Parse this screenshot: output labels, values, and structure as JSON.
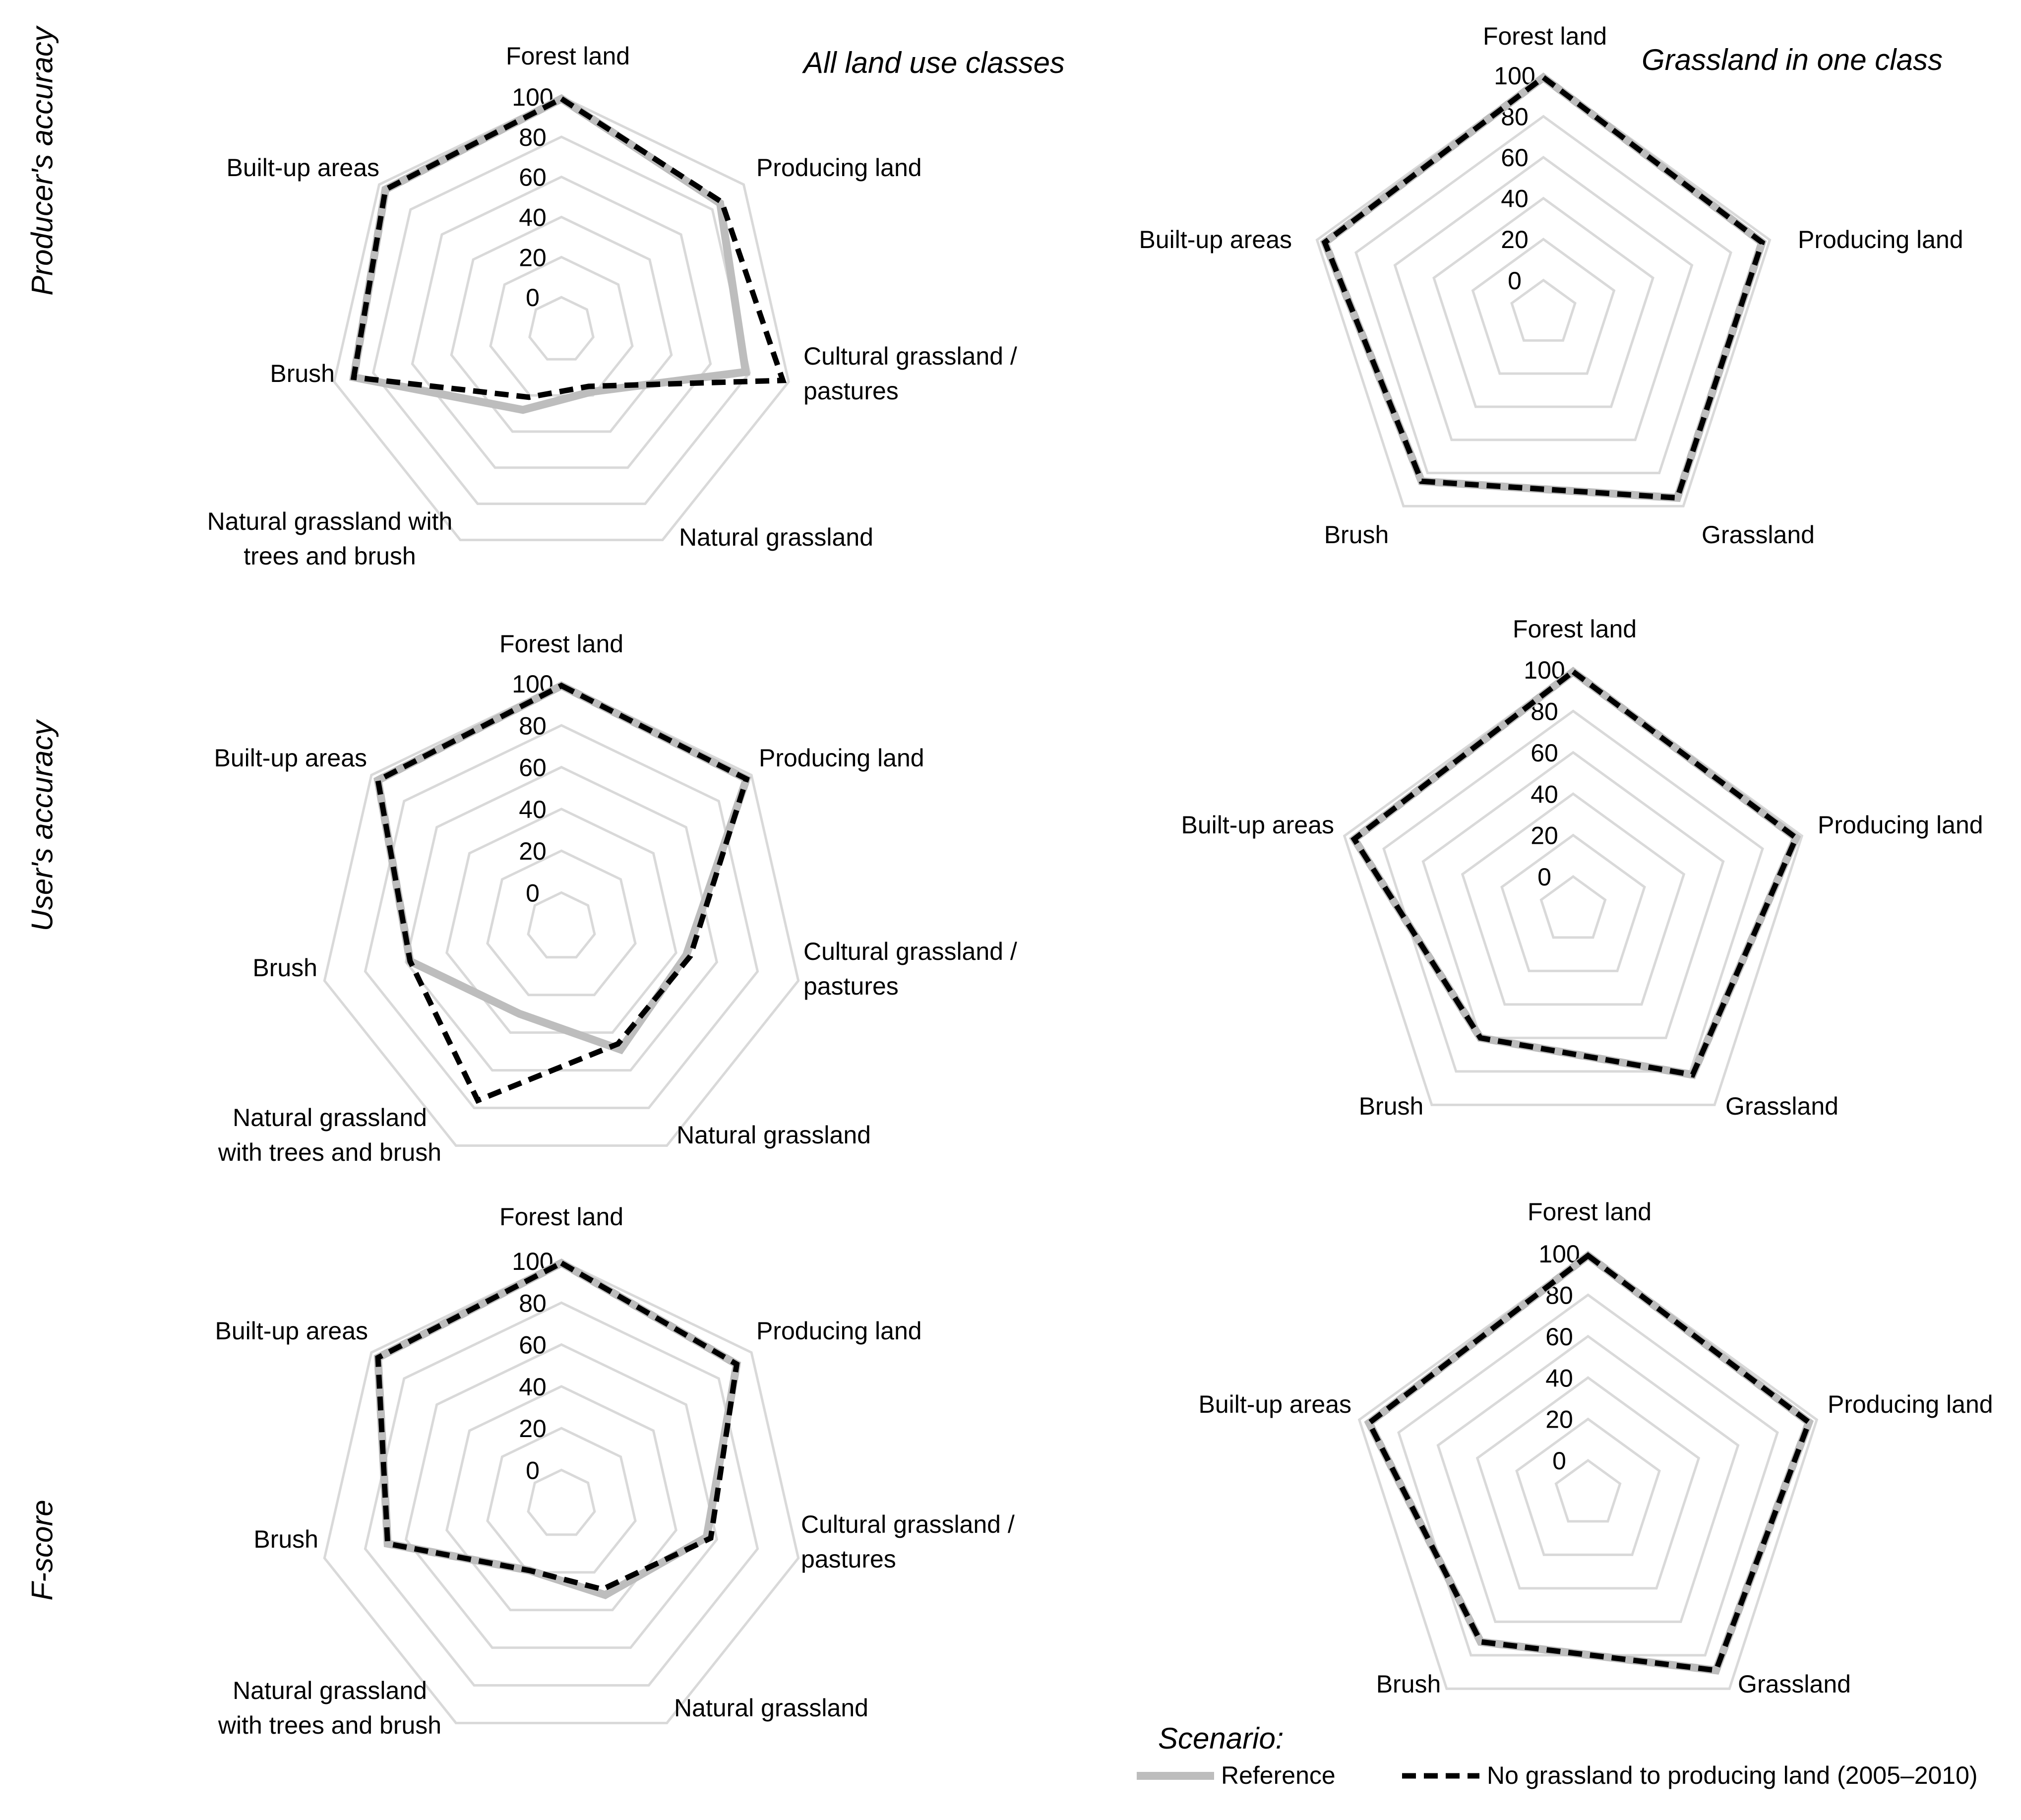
{
  "row_labels": {
    "producers": "Producer's accuracy",
    "users": "User's accuracy",
    "fscore": "F-score"
  },
  "column_titles": {
    "all": "All land use classes",
    "grass": "Grassland in one class"
  },
  "legend": {
    "title": "Scenario:",
    "reference": "Reference",
    "no_grassland": "No grassland to producing land (2005–2010)"
  },
  "colors": {
    "reference": "#bdbdbd",
    "no_grassland": "#000000",
    "grid": "#d9d9d9"
  },
  "chart_data": [
    {
      "type": "radar",
      "row": "Producer's accuracy",
      "column": "All land use classes",
      "categories": [
        "Forest land",
        "Producing land",
        "Cultural grassland / pastures",
        "Natural grassland",
        "Natural grassland with trees and brush",
        "Brush",
        "Built-up areas"
      ],
      "rlim": [
        0,
        100
      ],
      "ticks": [
        "0",
        "20",
        "40",
        "60",
        "80",
        "100"
      ],
      "series": [
        {
          "name": "Reference",
          "values": [
            99,
            85,
            78,
            18,
            28,
            90,
            96
          ]
        },
        {
          "name": "No grassland to producing land (2005–2010)",
          "values": [
            99,
            86,
            97,
            15,
            21,
            90,
            96
          ]
        }
      ]
    },
    {
      "type": "radar",
      "row": "Producer's accuracy",
      "column": "Grassland in one class",
      "categories": [
        "Forest land",
        "Producing land",
        "Grassland",
        "Brush",
        "Built-up areas"
      ],
      "rlim": [
        0,
        100
      ],
      "ticks": [
        "0",
        "20",
        "40",
        "60",
        "80",
        "100"
      ],
      "series": [
        {
          "name": "Reference",
          "values": [
            99,
            96,
            95,
            85,
            96
          ]
        },
        {
          "name": "No grassland to producing land (2005–2010)",
          "values": [
            99,
            96,
            95,
            85,
            96
          ]
        }
      ]
    },
    {
      "type": "radar",
      "row": "User's accuracy",
      "column": "All land use classes",
      "categories": [
        "Forest land",
        "Producing land",
        "Cultural grassland / pastures",
        "Natural grassland",
        "Natural grassland with trees and brush",
        "Brush",
        "Built-up areas"
      ],
      "rlim": [
        0,
        100
      ],
      "ticks": [
        "0",
        "20",
        "40",
        "60",
        "80",
        "100"
      ],
      "series": [
        {
          "name": "Reference",
          "values": [
            99,
            97,
            45,
            49,
            30,
            58,
            96
          ]
        },
        {
          "name": "No grassland to producing land (2005–2010)",
          "values": [
            99,
            97,
            47,
            46,
            76,
            58,
            96
          ]
        }
      ]
    },
    {
      "type": "radar",
      "row": "User's accuracy",
      "column": "Grassland in one class",
      "categories": [
        "Forest land",
        "Producing land",
        "Grassland",
        "Brush",
        "Built-up areas"
      ],
      "rlim": [
        0,
        100
      ],
      "ticks": [
        "0",
        "20",
        "40",
        "60",
        "80",
        "100"
      ],
      "series": [
        {
          "name": "Reference",
          "values": [
            99,
            97,
            82,
            60,
            95
          ]
        },
        {
          "name": "No grassland to producing land (2005–2010)",
          "values": [
            99,
            97,
            82,
            60,
            95
          ]
        }
      ]
    },
    {
      "type": "radar",
      "row": "F-score",
      "column": "All land use classes",
      "categories": [
        "Forest land",
        "Producing land",
        "Cultural grassland / pastures",
        "Natural grassland",
        "Natural grassland with trees and brush",
        "Brush",
        "Built-up areas"
      ],
      "rlim": [
        0,
        100
      ],
      "ticks": [
        "0",
        "20",
        "40",
        "60",
        "80",
        "100"
      ],
      "series": [
        {
          "name": "Reference",
          "values": [
            99,
            91,
            55,
            32,
            19,
            69,
            96
          ]
        },
        {
          "name": "No grassland to producing land (2005–2010)",
          "values": [
            99,
            91,
            57,
            29,
            19,
            69,
            96
          ]
        }
      ]
    },
    {
      "type": "radar",
      "row": "F-score",
      "column": "Grassland in one class",
      "categories": [
        "Forest land",
        "Producing land",
        "Grassland",
        "Brush",
        "Built-up areas"
      ],
      "rlim": [
        0,
        100
      ],
      "ticks": [
        "0",
        "20",
        "40",
        "60",
        "80",
        "100"
      ],
      "series": [
        {
          "name": "Reference",
          "values": [
            99,
            96,
            89,
            72,
            95
          ]
        },
        {
          "name": "No grassland to producing land (2005–2010)",
          "values": [
            99,
            96,
            89,
            72,
            95
          ]
        }
      ]
    }
  ]
}
